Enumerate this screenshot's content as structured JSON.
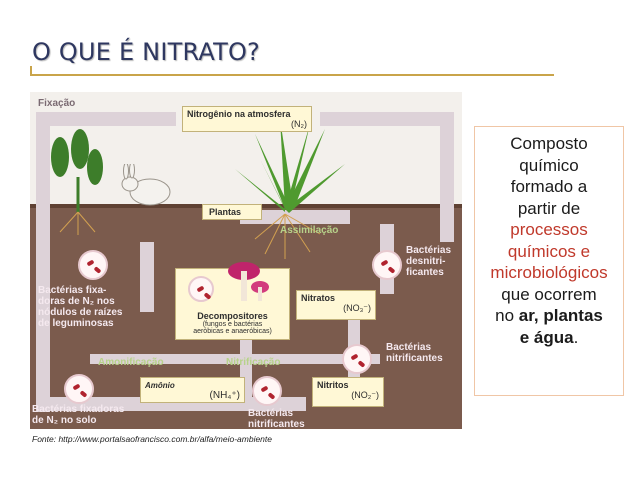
{
  "slide": {
    "title": "O QUE É NITRATO?",
    "source": "Fonte: http://www.portalsaofrancisco.com.br/alfa/meio-ambiente"
  },
  "diagram": {
    "fixacao": "Fixação",
    "nitrogenio_title": "Nitrogênio na atmosfera",
    "nitrogenio_formula": "(N₂)",
    "plantas": "Plantas",
    "assimilacao": "Assimilação",
    "bacterias_desnitrificantes": [
      "Bactérias",
      "desnitri-",
      "ficantes"
    ],
    "bacterias_fixadoras_raizes": [
      "Bactérias fixa-",
      "doras de N₂ nos",
      "nódulos de raízes",
      "de leguminosas"
    ],
    "decompositores_title": "Decompositores",
    "decompositores_sub": [
      "(fungos e bactérias",
      "aeróbicas e anaeróbicas)"
    ],
    "nitratos": "Nitratos",
    "nitratos_formula": "(NO₃⁻)",
    "amonificacao": "Amonificação",
    "nitrificacao": "Nitrificação",
    "bacterias_nitrificantes_right": [
      "Bactérias",
      "nitrificantes"
    ],
    "amonio": "Amônio",
    "amonio_formula": "(NH₄⁺)",
    "nitritos": "Nitritos",
    "nitritos_formula": "(NO₂⁻)",
    "bacterias_fixadoras_solo": [
      "Bactérias fixadoras",
      "de N₂ no solo"
    ],
    "bacterias_nitrificantes_bottom": [
      "Bactérias",
      "nitrificantes"
    ]
  },
  "info": {
    "line1": "Composto",
    "line2": "químico",
    "line3": "formado a",
    "line4": "partir de",
    "line5": "processos",
    "line6": "químicos e",
    "line7": "microbiológicos",
    "line8": "que ocorrem",
    "line9_prefix": "no ",
    "line9_bold": "ar, plantas",
    "line10_bold": "e água",
    "line10_suffix": "."
  },
  "colors": {
    "title": "#2e3760",
    "accent_rule": "#c9a44a",
    "soil": "#7b5b4d",
    "highlight_red": "#c0392b"
  }
}
